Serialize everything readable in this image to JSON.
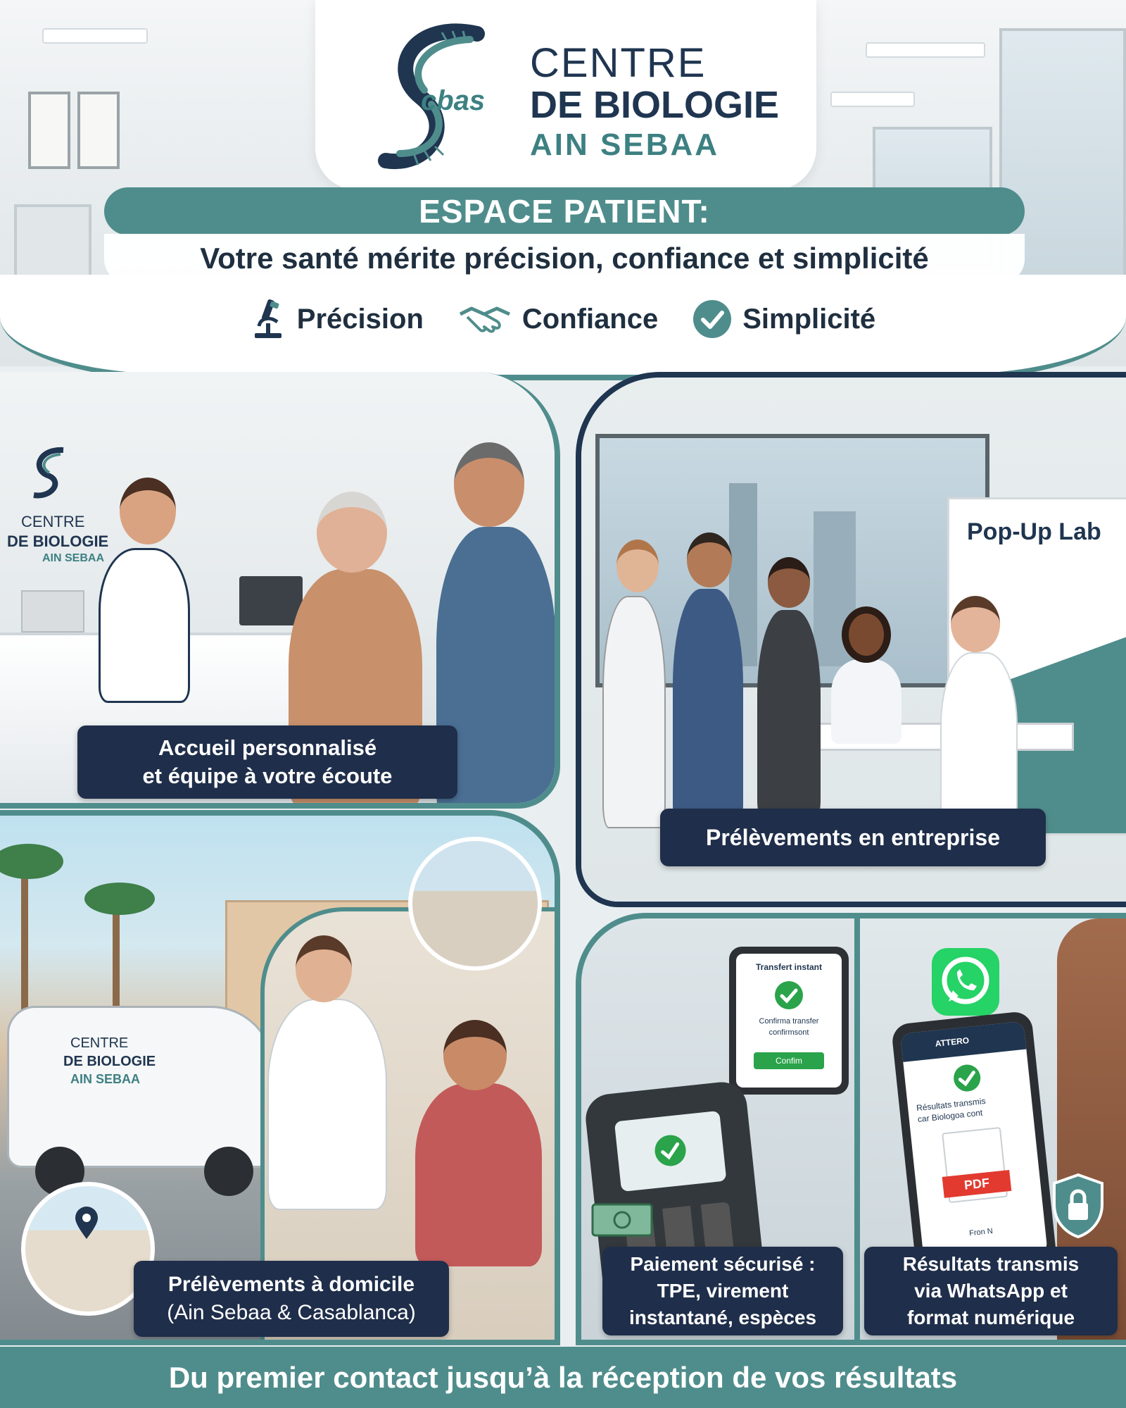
{
  "brand": {
    "logo_monogram": "cbas",
    "name_line1": "CENTRE",
    "name_line2": "DE BIOLOGIE",
    "name_line3": "AIN SEBAA"
  },
  "banner": {
    "title": "ESPACE PATIENT:",
    "subtitle": "Votre santé mérite précision, confiance et simplicité"
  },
  "values": [
    {
      "label": "Précision",
      "icon": "microscope-icon"
    },
    {
      "label": "Confiance",
      "icon": "handshake-icon"
    },
    {
      "label": "Simplicité",
      "icon": "checkmark-icon"
    }
  ],
  "panels": {
    "accueil": {
      "caption_line1": "Accueil personnalisé",
      "caption_line2": "et équipe à votre écoute",
      "wall_sign": {
        "line1": "CENTRE",
        "line2": "DE BIOLOGIE",
        "line3": "AIN SEBAA"
      }
    },
    "entreprise": {
      "caption": "Prélèvements en entreprise",
      "sign": "Pop-Up Lab"
    },
    "domicile": {
      "caption_line1": "Prélèvements à domicile",
      "caption_line2": "(Ain Sebaa & Casablanca)",
      "van_sign": {
        "line1": "CENTRE",
        "line2": "DE BIOLOGIE",
        "line3": "AIN SEBAA"
      }
    },
    "paiement": {
      "caption_line1": "Paiement sécurisé :",
      "caption_line2": "TPE, virement",
      "caption_line3": "instantané, espèces",
      "phone_title": "Transfert instant",
      "phone_text_line1": "Confirma transfer",
      "phone_text_line2": "confirmsont",
      "phone_button": "Confim"
    },
    "whatsapp": {
      "caption_line1": "Résultats transmis",
      "caption_line2": "via WhatsApp et",
      "caption_line3": "format numérique",
      "phone_header": "ATTERO",
      "phone_text_line1": "Résultats transmis",
      "phone_text_line2": "car Biologoa cont",
      "pdf_label": "PDF",
      "phone_footer": "Fron N"
    }
  },
  "footer": {
    "text": "Du premier contact jusqu’à la réception de vos résultats"
  },
  "colors": {
    "teal": "#4f8d8c",
    "navy": "#1f2e4a",
    "dark_text": "#1f2f3f",
    "whatsapp_green": "#25d366",
    "pdf_red": "#e23a2f"
  }
}
